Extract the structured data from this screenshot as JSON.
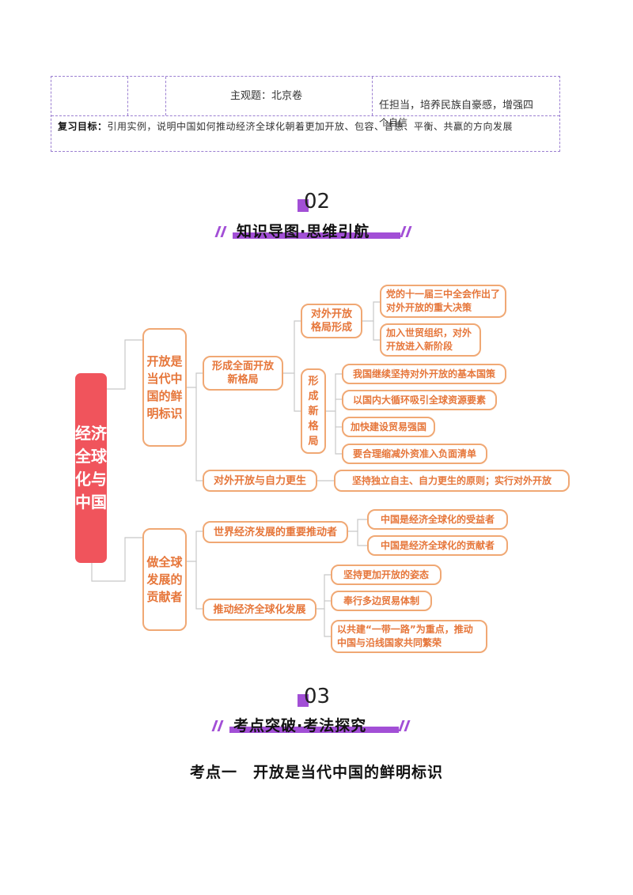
{
  "table": {
    "topic": "主观题：北京卷",
    "right_text": "任担当，培养民族自豪感，增强四",
    "overflow_text": "个自信"
  },
  "goal": {
    "label": "复习目标：",
    "text": "引用实例，说明中国如何推动经济全球化朝着更加开放、包容、普惠、平衡、共赢的方向发展"
  },
  "section2": {
    "number": "02",
    "title": "知识导图·思维引航"
  },
  "mindmap": {
    "root": "经济全球化与中国",
    "branch1": "开放是当代中国的鲜明标识",
    "branch2": "做全球发展的贡献者",
    "n_new_pattern": "形成全面开放新格局",
    "n_open_formation": "对外开放格局形成",
    "n_decision": "党的十一届三中全会作出了对外开放的重大决策",
    "n_wto": "加入世贸组织，对外开放进入新阶段",
    "n_form_new": "形成新格局",
    "n_policy": "我国继续坚持对外开放的基本国策",
    "n_circulation": "以国内大循环吸引全球资源要素",
    "n_trade": "加快建设贸易强国",
    "n_negative_list": "要合理缩减外资准入负面清单",
    "n_self_reliance": "对外开放与自力更生",
    "n_principle": "坚持独立自主、自力更生的原则；实行对外开放",
    "n_driver": "世界经济发展的重要推动者",
    "n_beneficiary": "中国是经济全球化的受益者",
    "n_contributor": "中国是经济全球化的贡献者",
    "n_promote": "推动经济全球化发展",
    "n_posture": "坚持更加开放的姿态",
    "n_multilateral": "奉行多边贸易体制",
    "n_belt_road": "以共建“一带一路”为重点，推动中国与沿线国家共同繁荣"
  },
  "section3": {
    "number": "03",
    "title": "考点突破·考法探究"
  },
  "subheading": "考点一　开放是当代中国的鲜明标识"
}
